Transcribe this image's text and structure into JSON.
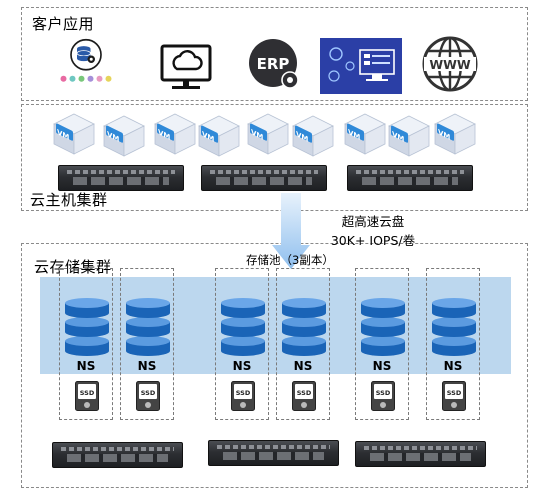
{
  "sections": {
    "apps": "客户应用",
    "compute": "云主机集群",
    "storage": "云存储集群"
  },
  "apps": [
    {
      "icon": "database-gear-icon"
    },
    {
      "icon": "cloud-monitor-icon"
    },
    {
      "icon": "erp-icon",
      "label": "ERP"
    },
    {
      "icon": "dashboard-icon"
    },
    {
      "icon": "www-globe-icon",
      "label": "WWW"
    }
  ],
  "vm_label": "VM",
  "callout": {
    "line1": "超高速云盘",
    "line2": "30K+ IOPS/卷"
  },
  "pool_label": "存储池（3副本）",
  "nodes": [
    {
      "label": "NS",
      "ssd": "SSD"
    },
    {
      "label": "NS",
      "ssd": "SSD"
    },
    {
      "label": "NS",
      "ssd": "SSD"
    },
    {
      "label": "NS",
      "ssd": "SSD"
    },
    {
      "label": "NS",
      "ssd": "SSD"
    },
    {
      "label": "NS",
      "ssd": "SSD"
    }
  ],
  "colors": {
    "pool": "#bcd7ee",
    "disk_blue": "#1a64b7",
    "arrow": "#9fc8ef",
    "vm_cube": "#d7deea",
    "vm_badge": "#2f89d8"
  }
}
